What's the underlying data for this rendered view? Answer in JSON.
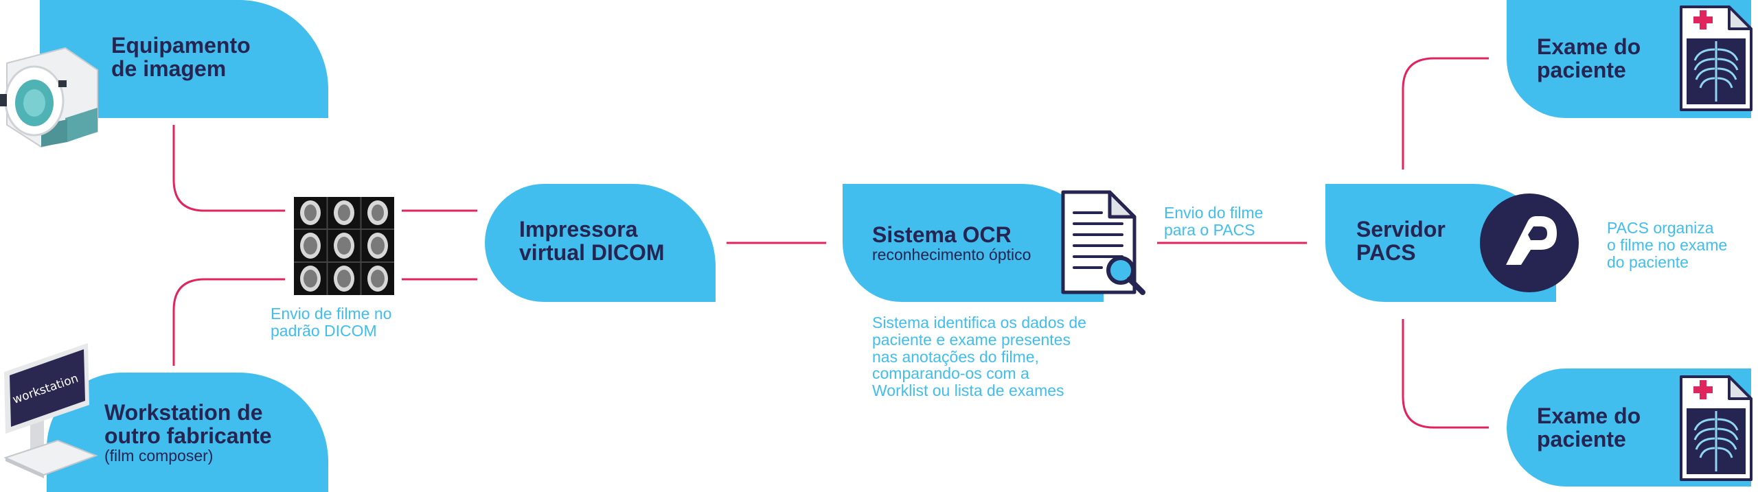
{
  "colors": {
    "box": "#41bdee",
    "text": "#262451",
    "line": "#e0245e",
    "caption": "#41bdee"
  },
  "nodes": {
    "equipment": {
      "title_line1": "Equipamento",
      "title_line2": "de imagem"
    },
    "workstation": {
      "title_line1": "Workstation de",
      "title_line2": "outro fabricante",
      "subtitle": "(film composer)",
      "screen_text": "workstation"
    },
    "printer": {
      "title_line1": "Impressora",
      "title_line2": "virtual DICOM"
    },
    "ocr": {
      "title": "Sistema OCR",
      "subtitle": "reconhecimento óptico"
    },
    "pacs": {
      "title_line1": "Servidor",
      "title_line2": "PACS"
    },
    "exam_top": {
      "title_line1": "Exame do",
      "title_line2": "paciente"
    },
    "exam_bottom": {
      "title_line1": "Exame do",
      "title_line2": "paciente"
    }
  },
  "captions": {
    "dicom_film": {
      "line1": "Envio de filme no",
      "line2": "padrão DICOM"
    },
    "ocr_desc": {
      "line1": "Sistema identifica os dados de",
      "line2": "paciente e exame presentes",
      "line3": "nas anotações do filme,",
      "line4": "comparando-os com a",
      "line5": "Worklist ou lista de exames"
    },
    "send_pacs": {
      "line1": "Envio do filme",
      "line2": "para o PACS"
    },
    "pacs_org": {
      "line1": "PACS organiza",
      "line2": "o filme no exame",
      "line3": "do paciente"
    }
  },
  "icons": [
    "mri-scanner-icon",
    "ct-film-grid-icon",
    "workstation-monitor-icon",
    "ocr-document-search-icon",
    "pacs-logo-icon",
    "patient-xray-icon"
  ]
}
